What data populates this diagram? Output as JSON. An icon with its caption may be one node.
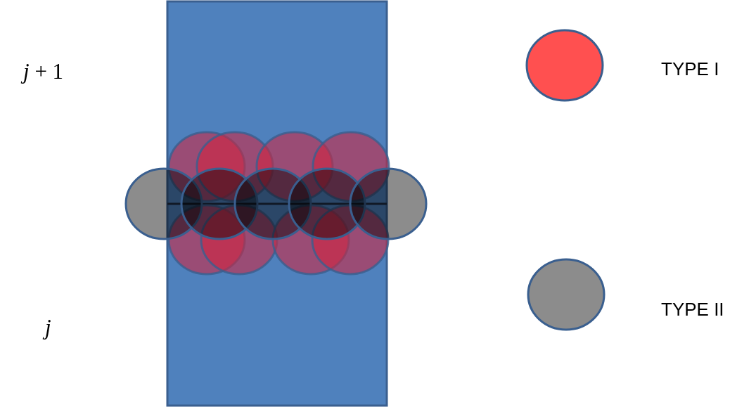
{
  "diagram": {
    "labels": [
      "*j* + 1",
      "j"
    ],
    "legend": [
      {
        "text": "TYPE I",
        "color": "#ff5050"
      },
      {
        "text": "TYPE II",
        "color": "#8c8c8c"
      }
    ]
  }
}
